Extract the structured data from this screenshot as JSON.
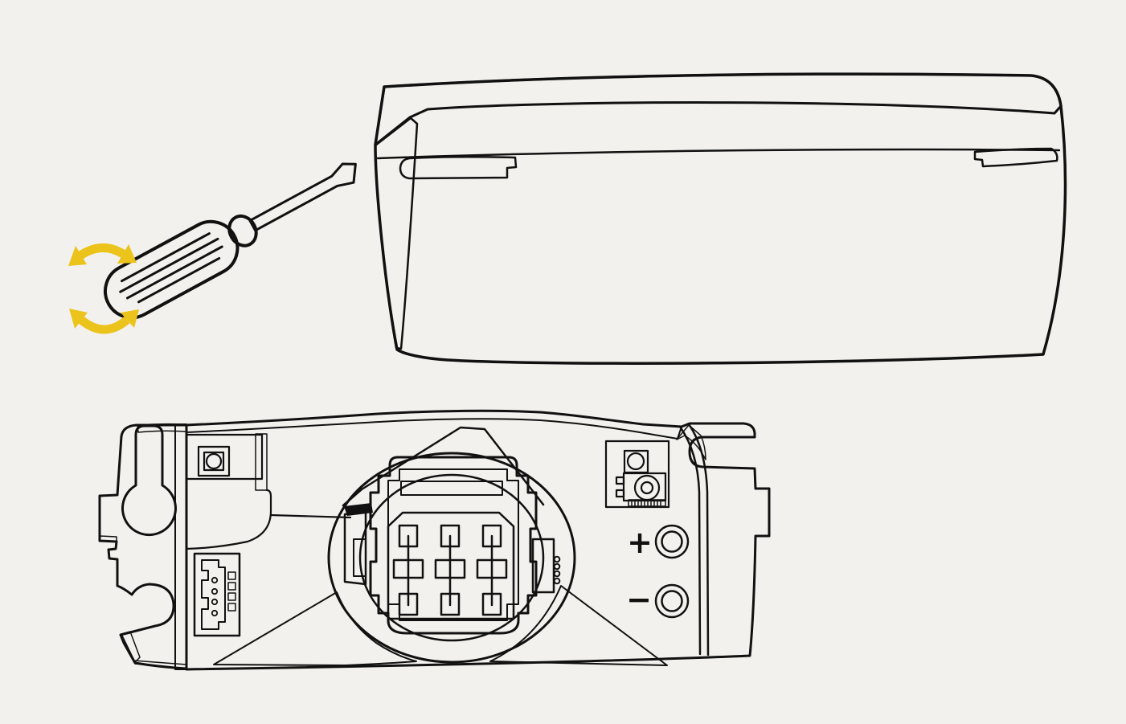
{
  "illustration": {
    "description": "Service illustration: twist a flat-blade screwdriver to release the cover from the electronics module",
    "labels": {
      "positive": "+",
      "negative": "−"
    },
    "icons": {
      "screwdriver": "flat-blade-screwdriver-icon",
      "rotation_arrows": "curved-double-headed-arrow-icon",
      "keyhole": "keyhole-mounting-slot",
      "terminals": "red-terminal-dots"
    },
    "colors": {
      "background": "#f2f1ee",
      "outline": "#111111",
      "cover_body": "#bfbebe",
      "cover_top_band": "#656565",
      "module_plate": "#a6a6a6",
      "module_bracket": "#aeaeae",
      "dark_trim": "#454545",
      "shadow_gray": "#777777",
      "connector_ring": "#d9d9d9",
      "connector_panel": "#9c9c9c",
      "contact_yellow": "#eab31f",
      "arrow_yellow": "#ecc31b",
      "terminal_red": "#e82421",
      "terminal_ring": "#c9c9c9",
      "screwdriver_shaft": "#a9b2d1",
      "screwdriver_handle": "#ffffff"
    }
  }
}
